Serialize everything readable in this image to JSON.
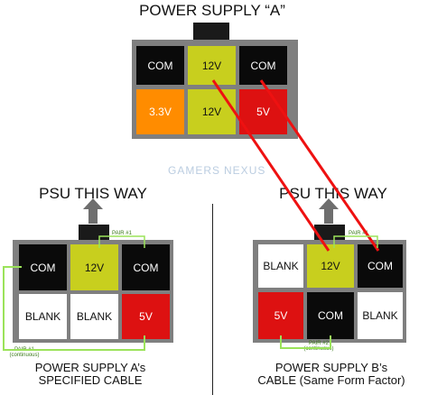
{
  "top": {
    "title": "POWER SUPPLY “A”",
    "pins": [
      {
        "label": "COM",
        "color": "#0a0a0a"
      },
      {
        "label": "12V",
        "color": "#c8cf1e"
      },
      {
        "label": "COM",
        "color": "#0a0a0a"
      },
      {
        "label": "3.3V",
        "color": "#ff8c00"
      },
      {
        "label": "12V",
        "color": "#c8cf1e"
      },
      {
        "label": "5V",
        "color": "#dd1111"
      }
    ]
  },
  "watermark": {
    "text_left": "GAMERS",
    "text_right": "NEXUS"
  },
  "left": {
    "heading": "PSU THIS WAY",
    "pins": [
      {
        "label": "COM",
        "color": "#0a0a0a"
      },
      {
        "label": "12V",
        "color": "#c8cf1e"
      },
      {
        "label": "COM",
        "color": "#0a0a0a"
      },
      {
        "label": "BLANK",
        "color": "#ffffff"
      },
      {
        "label": "BLANK",
        "color": "#ffffff"
      },
      {
        "label": "5V",
        "color": "#dd1111"
      }
    ],
    "pair_top": "PAIR #1",
    "pair_bottom_line1": "PAIR #1",
    "pair_bottom_line2": "(continuous)",
    "caption_line1": "POWER SUPPLY A’s",
    "caption_line2": "SPECIFIED CABLE"
  },
  "right": {
    "heading": "PSU THIS WAY",
    "pins": [
      {
        "label": "BLANK",
        "color": "#ffffff"
      },
      {
        "label": "12V",
        "color": "#c8cf1e"
      },
      {
        "label": "COM",
        "color": "#0a0a0a"
      },
      {
        "label": "5V",
        "color": "#dd1111"
      },
      {
        "label": "COM",
        "color": "#0a0a0a"
      },
      {
        "label": "BLANK",
        "color": "#ffffff"
      }
    ],
    "pair_top": "PAIR #1",
    "pair_bottom_line1": "PAIR #2",
    "pair_bottom_line2": "(continuous)",
    "caption_line1": "POWER SUPPLY B’s",
    "caption_line2": "CABLE (Same Form Factor)"
  },
  "colors": {
    "housing": "#7f7f7f",
    "arrow": "#6e6e6e",
    "red_line": "#ee1111",
    "green_line": "#9be35a",
    "divider": "#222222"
  }
}
